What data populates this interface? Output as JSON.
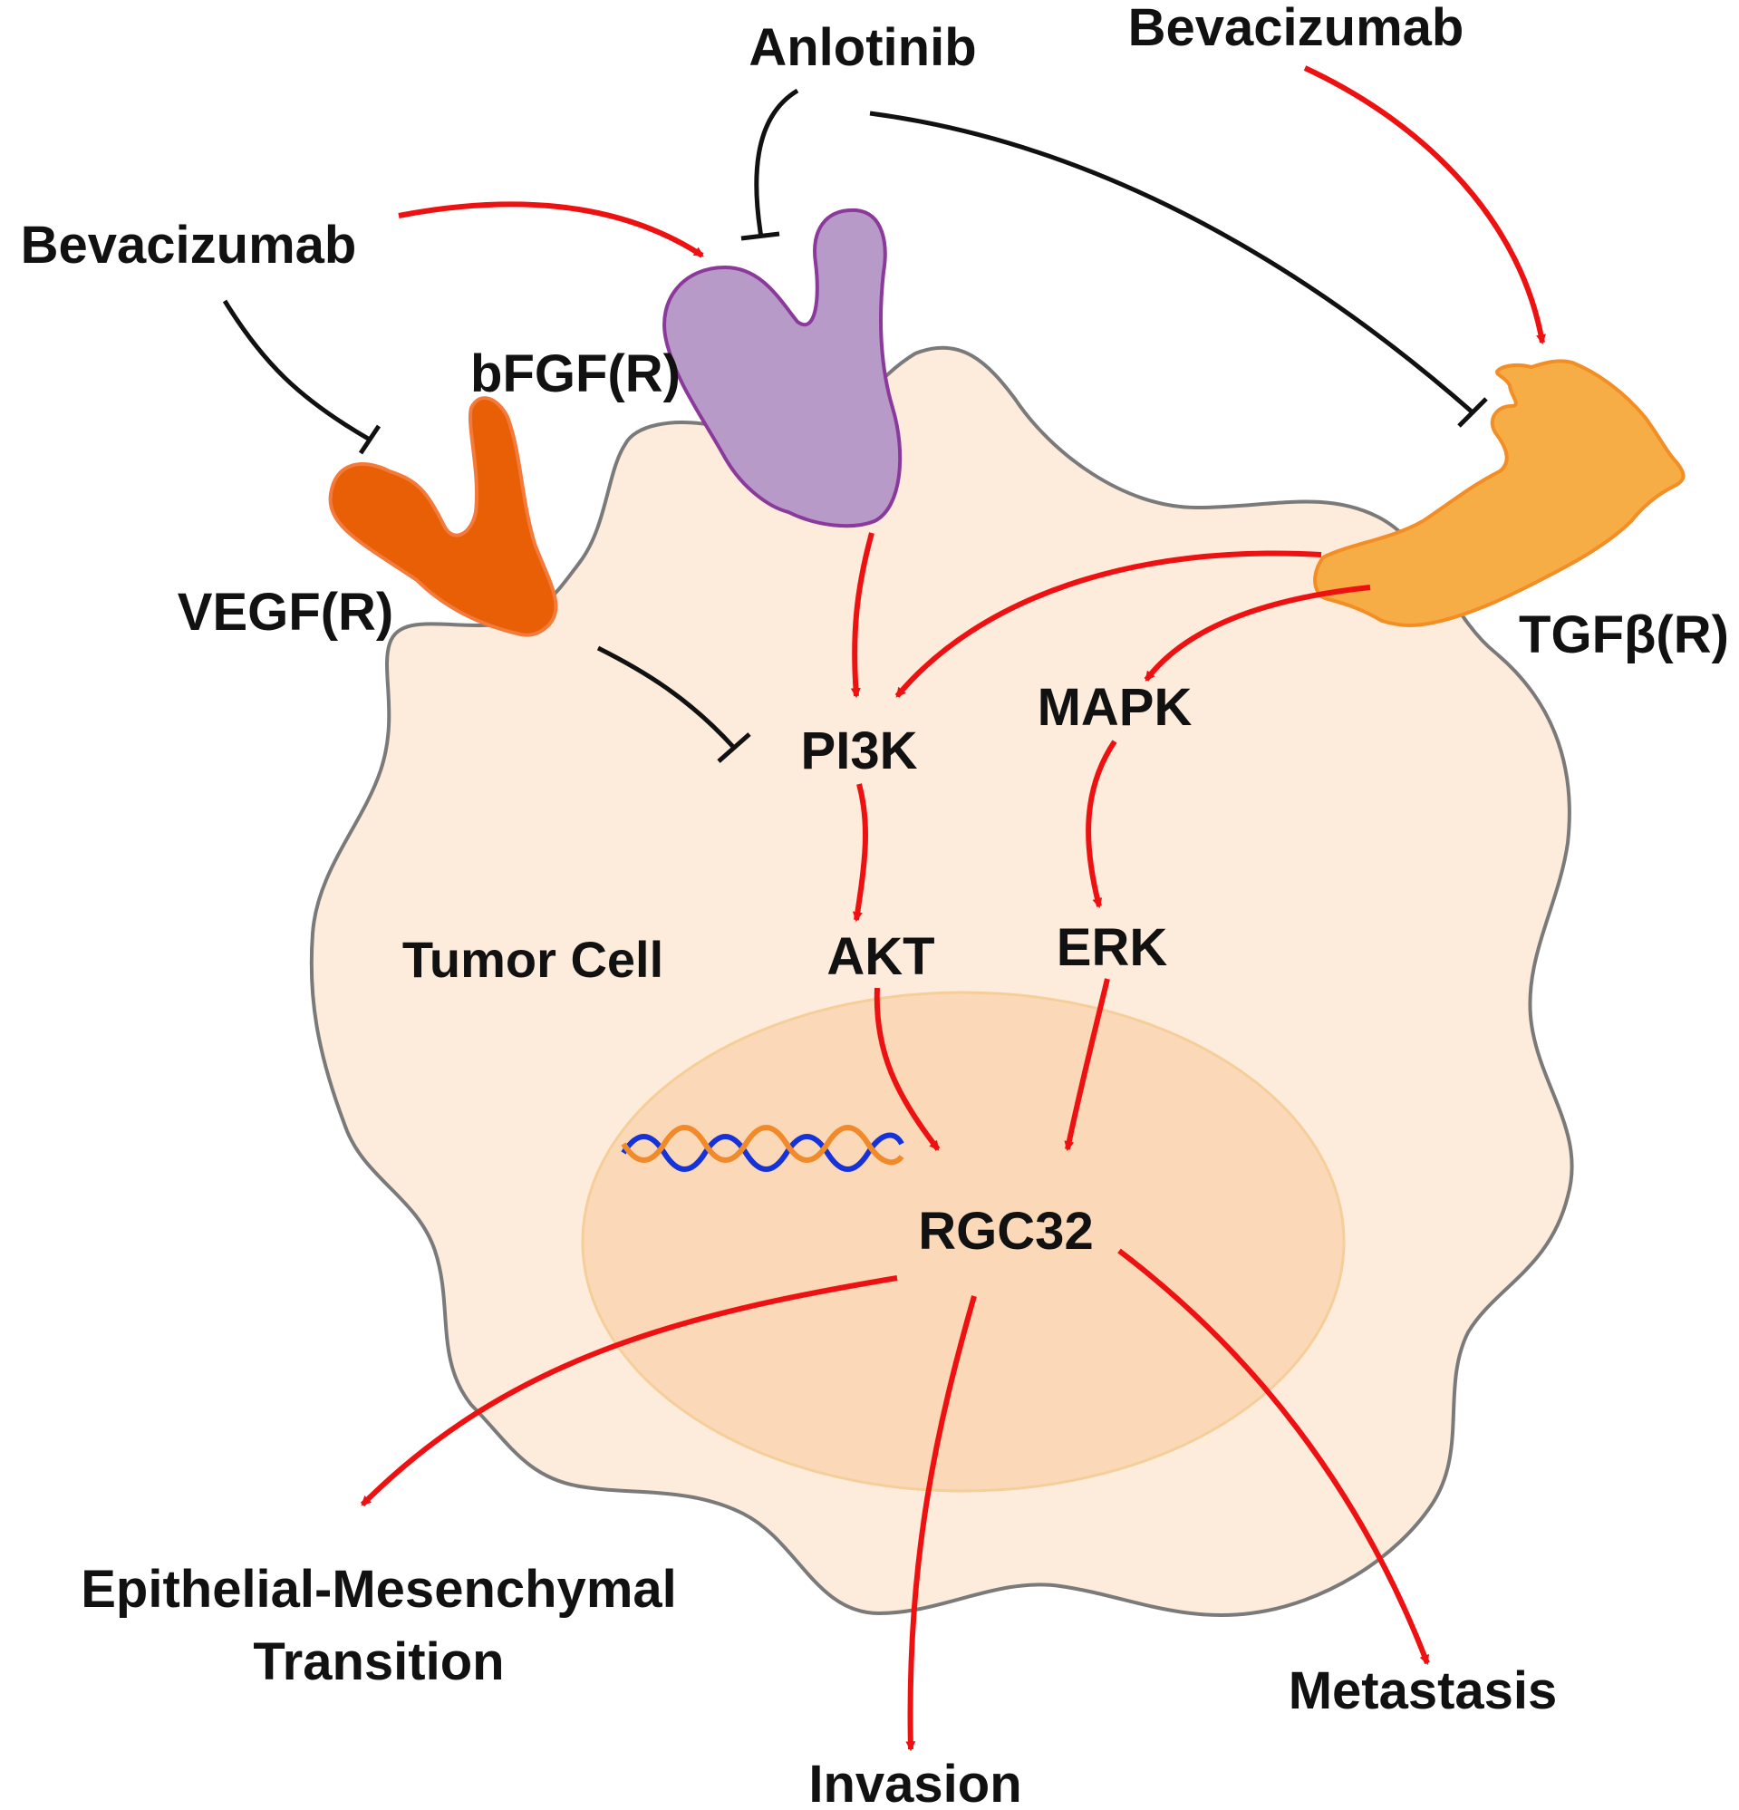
{
  "drugs": {
    "anlotinib": "Anlotinib",
    "bevacizumab_top": "Bevacizumab",
    "bevacizumab_left": "Bevacizumab"
  },
  "receptors": {
    "bfgf": "bFGF(R)",
    "vegf": "VEGF(R)",
    "tgfb": "TGFβ(R)"
  },
  "pathway": {
    "pi3k": "PI3K",
    "akt": "AKT",
    "mapk": "MAPK",
    "erk": "ERK",
    "rgc32": "RGC32"
  },
  "cell": {
    "label": "Tumor Cell"
  },
  "outcomes": {
    "emt_line1": "Epithelial-Mesenchymal",
    "emt_line2": "Transition",
    "invasion": "Invasion",
    "metastasis": "Metastasis"
  },
  "colors": {
    "activation": "#ee1111",
    "inhibition": "#111111",
    "cell_fill": "#fdebdc",
    "nucleus_fill": "#fbd9b8",
    "bfgf_receptor": "#b79ac8",
    "vegf_receptor": "#e85f05",
    "tgfb_receptor": "#f6ad45"
  }
}
